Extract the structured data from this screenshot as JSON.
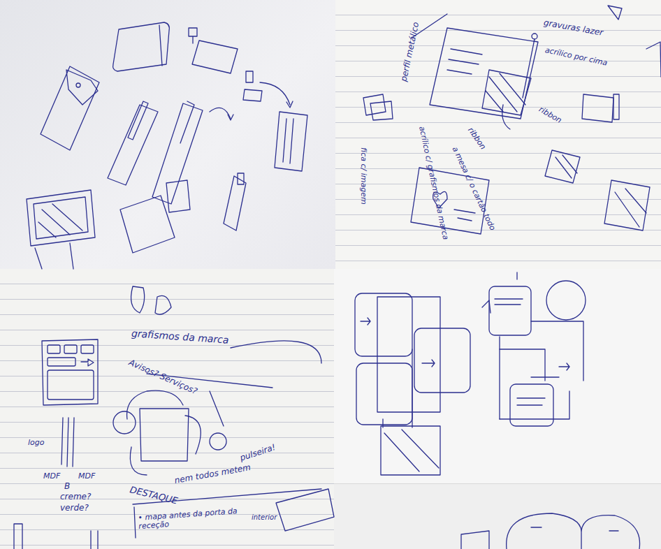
{
  "diagram": {
    "labels": [
      "perfil metálico",
      "acrílico c/ grafismos da marca",
      "fica c/ imagem",
      "gravuras lazer",
      "acrílico por cima",
      "ribbon",
      "ribbon",
      "a mesa c/ o cartão todo",
      "grafismos da marca",
      "Avisos? Serviços?",
      "logo",
      "MDF",
      "MDF",
      "B",
      "creme?",
      "verde?",
      "DESTAQUE",
      "nem todos metem",
      "pulseira!",
      "• mapa antes da porta da receção",
      "interior"
    ]
  }
}
